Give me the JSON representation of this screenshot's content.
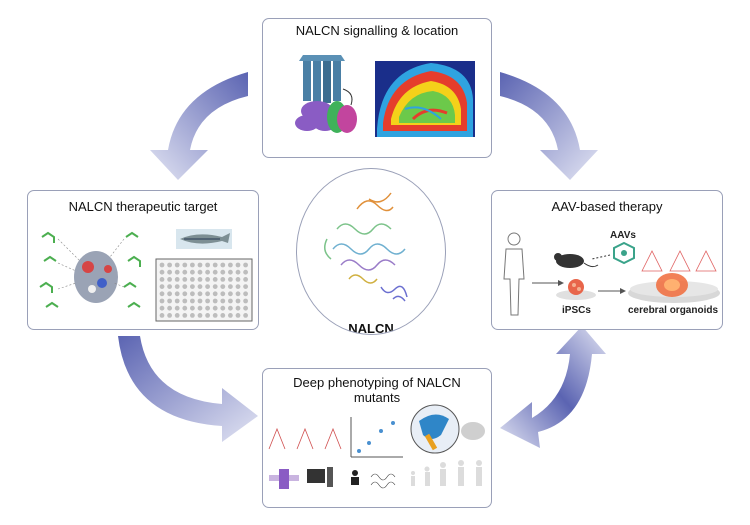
{
  "center": {
    "label": "NALCN"
  },
  "boxes": {
    "signalling": {
      "title": "NALCN signalling & location"
    },
    "therapeutic": {
      "title": "NALCN therapeutic target"
    },
    "aav": {
      "title": "AAV-based therapy",
      "labels": {
        "aavs": "AAVs",
        "ipscs": "iPSCs",
        "organoids": "cerebral organoids"
      }
    },
    "phenotyping": {
      "title_line1": "Deep phenotyping of NALCN",
      "title_line2": "mutants"
    }
  },
  "colors": {
    "arrow": "#5b64b2",
    "arrow_light": "#dfe1f2",
    "border": "#9aa0b8"
  }
}
